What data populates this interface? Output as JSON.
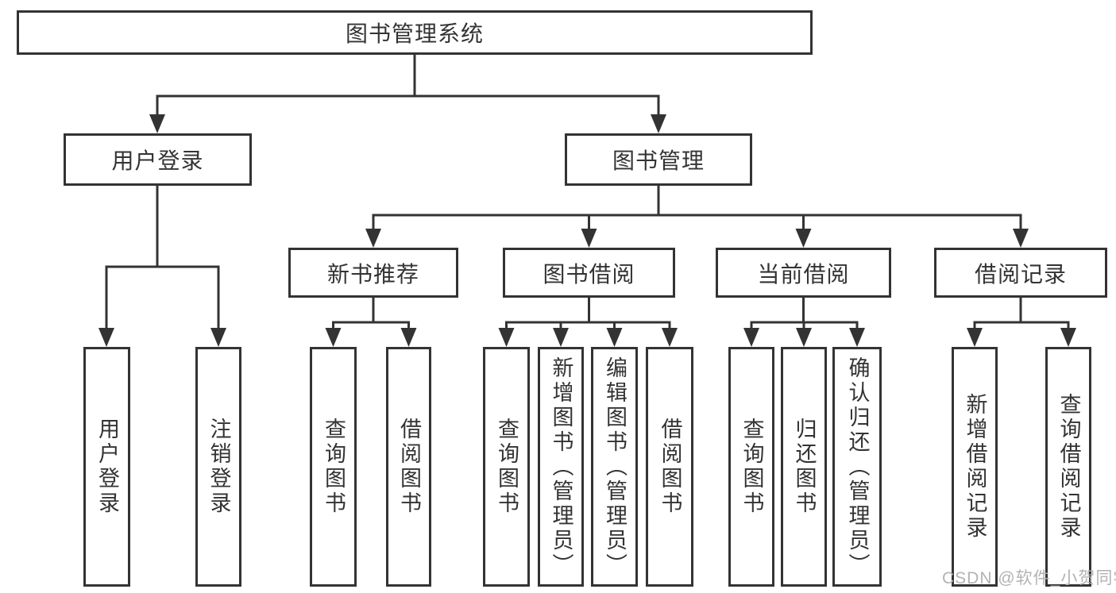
{
  "colors": {
    "background": "#ffffff",
    "box_border": "#333333",
    "line": "#333333",
    "text": "#333333",
    "watermark": "#b3b3b3"
  },
  "tree": {
    "root": "图书管理系统",
    "level2": [
      "用户登录",
      "图书管理"
    ],
    "level3": [
      "新书推荐",
      "图书借阅",
      "当前借阅",
      "借阅记录"
    ],
    "leaves": {
      "user_login": [
        "用户登录",
        "注销登录"
      ],
      "new_book_recommend": [
        "查询图书",
        "借阅图书"
      ],
      "book_borrowing": [
        "查询图书",
        "新增图书（管理员）",
        "编辑图书（管理员）",
        "借阅图书"
      ],
      "current_borrowing": [
        "查询图书",
        "归还图书",
        "确认归还（管理员）"
      ],
      "borrowing_records": [
        "新增借阅记录",
        "查询借阅记录"
      ]
    }
  },
  "watermark": "CSDN @软件_小贺同学"
}
